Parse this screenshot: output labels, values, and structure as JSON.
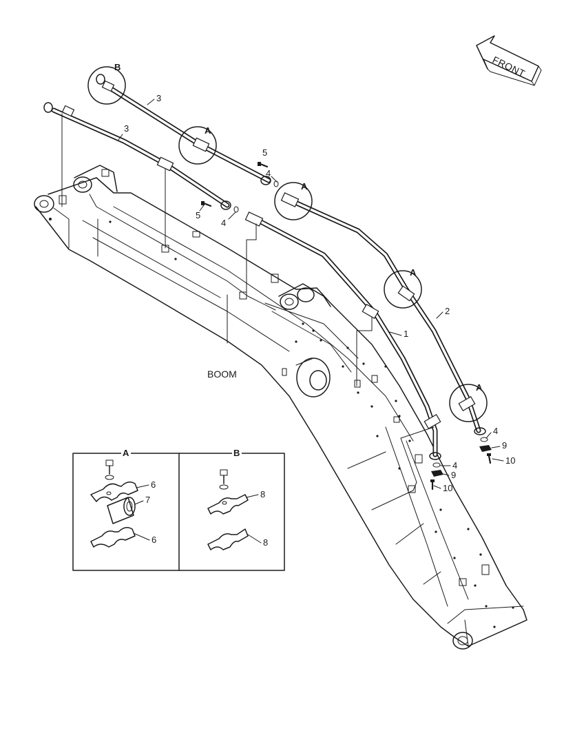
{
  "diagram": {
    "front_label": "FRONT",
    "boom_label": "BOOM",
    "callouts": {
      "pipe1": "1",
      "pipe2": "2",
      "pipe3_upper": "3",
      "pipe3_lower": "3",
      "seal4_a": "4",
      "seal4_b": "4",
      "seal4_c": "4",
      "seal4_d": "4",
      "bolt5_a": "5",
      "bolt5_b": "5",
      "flange9_a": "9",
      "flange9_b": "9",
      "bolt10_a": "10",
      "bolt10_b": "10"
    },
    "circle_labels": {
      "b_top": "B",
      "a1": "A",
      "a2": "A",
      "a3": "A",
      "a4": "A"
    },
    "detail_a": {
      "title": "A",
      "part_top": "6",
      "part_mid": "7",
      "part_bot": "6"
    },
    "detail_b": {
      "title": "B",
      "part_top": "8",
      "part_bot": "8"
    }
  }
}
